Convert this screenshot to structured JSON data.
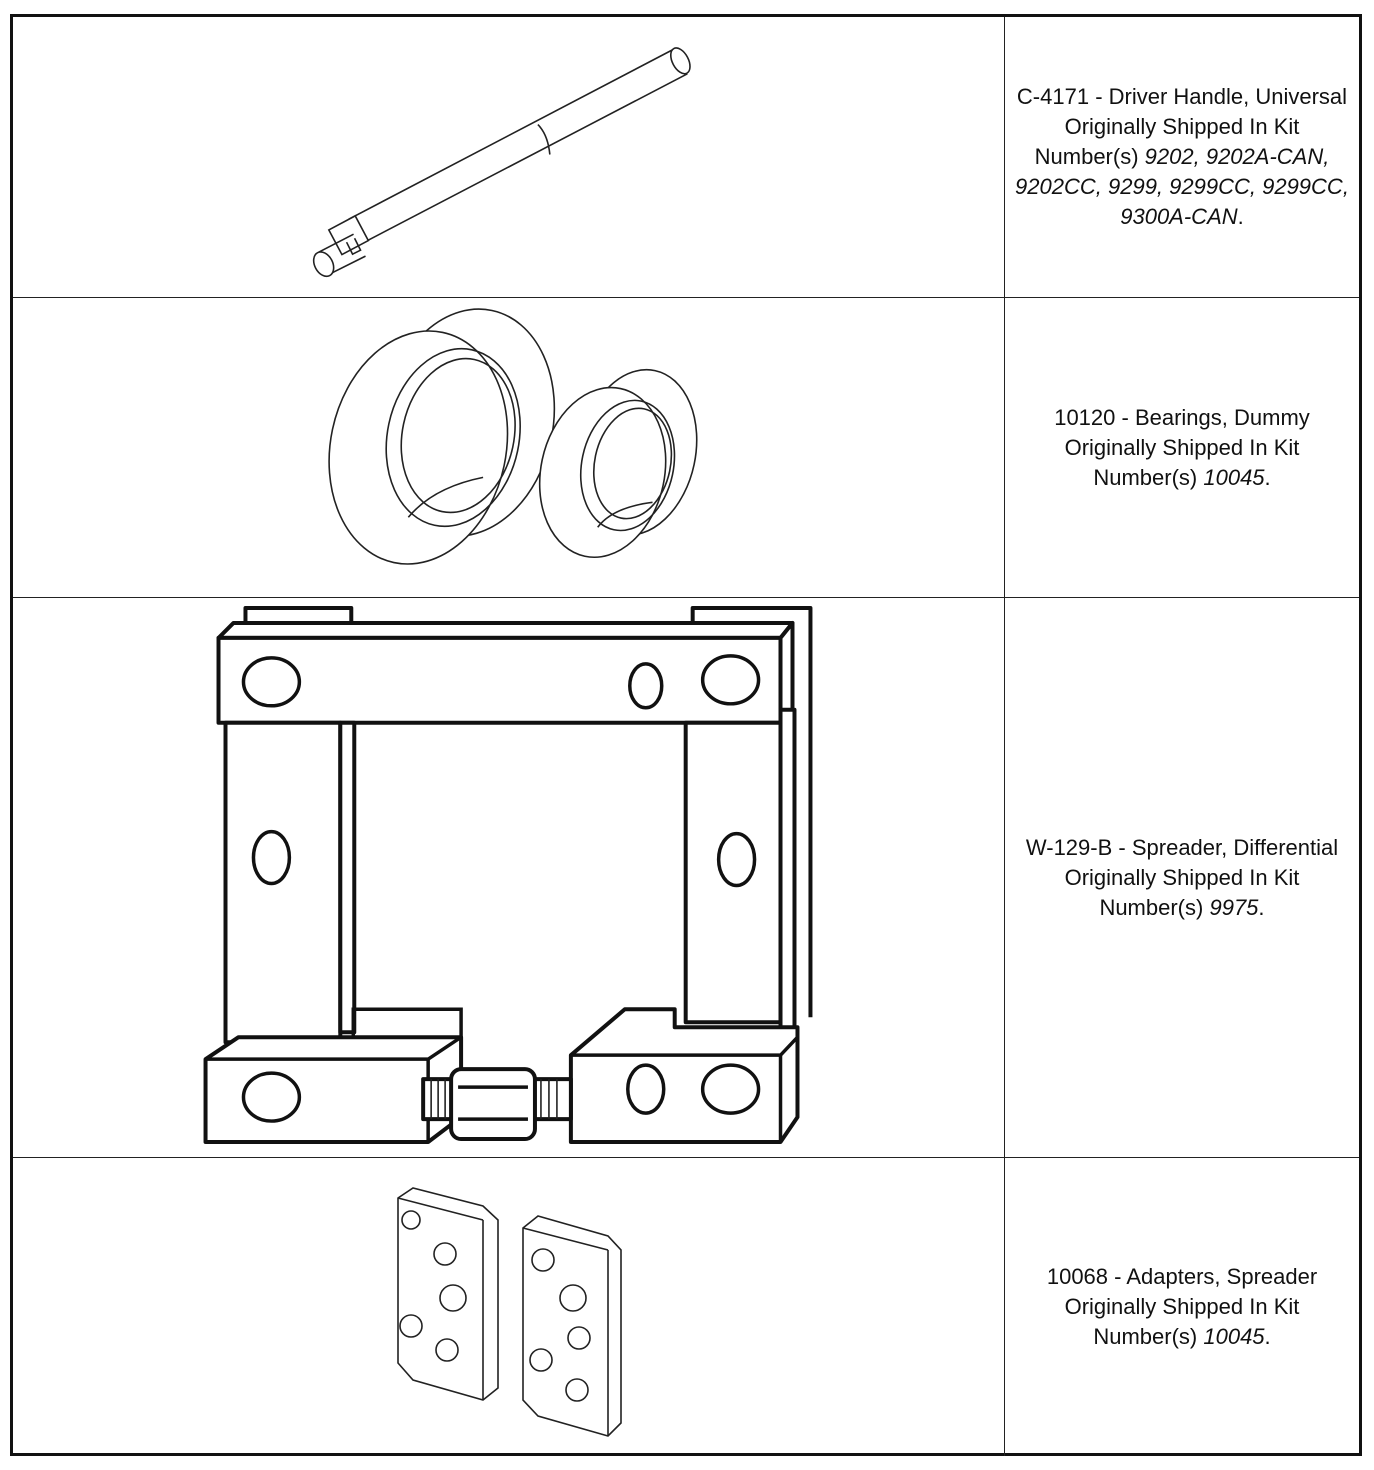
{
  "rows": [
    {
      "tool_number": "C-4171",
      "tool_name": "Driver Handle, Universal",
      "shipped_label": "Originally Shipped In Kit Number(s)",
      "kits": "9202, 9202A-CAN, 9202CC, 9299, 9299CC, 9299CC, 9300A-CAN",
      "illustration": "driver-handle-drawing"
    },
    {
      "tool_number": "10120",
      "tool_name": "Bearings, Dummy",
      "shipped_label": "Originally Shipped In Kit Number(s)",
      "kits": "10045",
      "illustration": "dummy-bearings-drawing"
    },
    {
      "tool_number": "W-129-B",
      "tool_name": "Spreader, Differential",
      "shipped_label": "Originally Shipped In Kit Number(s)",
      "kits": "9975",
      "illustration": "differential-spreader-drawing"
    },
    {
      "tool_number": "10068",
      "tool_name": "Adapters, Spreader",
      "shipped_label": "Originally Shipped In Kit Number(s)",
      "kits": "10045",
      "illustration": "spreader-adapters-drawing"
    }
  ],
  "separator": " - ",
  "terminator": "."
}
